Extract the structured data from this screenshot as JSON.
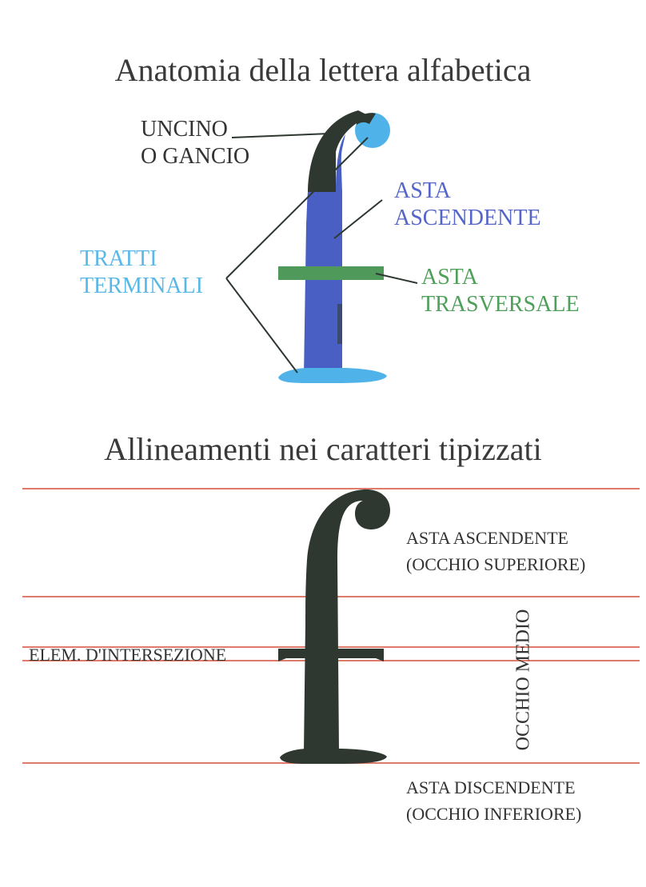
{
  "titles": {
    "anatomy": "Anatomia della lettera alfabetica",
    "alignment": "Allineamenti nei caratteri tipizzati"
  },
  "anatomy_labels": {
    "uncino": [
      "UNCINO",
      "O GANCIO"
    ],
    "asta_ascendente": [
      "ASTA",
      "ASCENDENTE"
    ],
    "tratti_terminali": [
      "TRATTI",
      "TERMINALI"
    ],
    "asta_trasversale": [
      "ASTA",
      "TRASVERSALE"
    ]
  },
  "alignment_labels": {
    "ascender": [
      "ASTA ASCENDENTE",
      "(OCCHIO SUPERIORE)"
    ],
    "intersection": "ELEM. D'INTERSEZIONE",
    "occhio_medio": "OCCHIO MEDIO",
    "descender": [
      "ASTA DISCENDENTE",
      "(OCCHIO INFERIORE)"
    ]
  },
  "colors": {
    "text": "#3a3a3a",
    "dark": "#2e3830",
    "stem_blue": "#4a5fc4",
    "terminal_light_blue": "#4fb3ea",
    "crossbar_green": "#4f9a5a",
    "guideline_red": "#e07a6a",
    "label_blue": "#5566c8",
    "label_light_blue": "#5ab8e8",
    "label_green": "#4ea05a"
  },
  "icons": {
    "top_letter": "letter-f-anatomy-icon",
    "bottom_letter": "letter-f-alignment-icon"
  }
}
